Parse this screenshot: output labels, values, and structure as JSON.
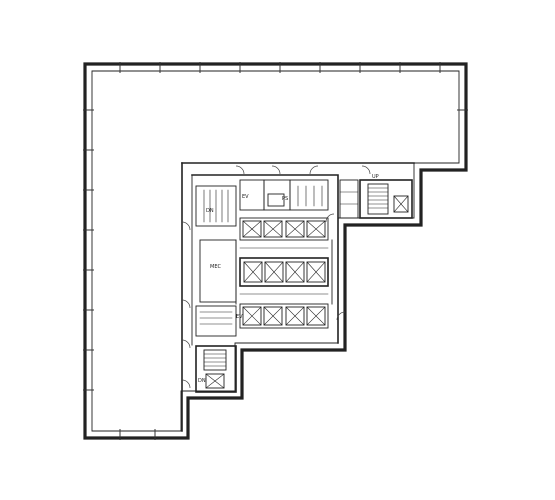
{
  "plan": {
    "labels": {
      "room_a": "DN",
      "room_b": "EV",
      "room_c": "PS",
      "room_d": "MEC",
      "room_e": "EV",
      "room_f": "DN",
      "room_g": "UP"
    }
  }
}
